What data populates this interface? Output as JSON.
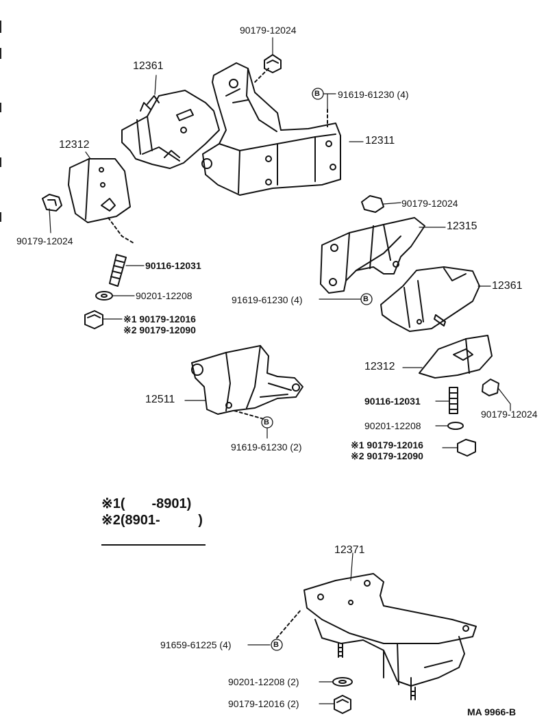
{
  "parts": {
    "c90179_12024_top": "90179-12024",
    "c91619_61230_top": "91619-61230 (4)",
    "c12361_top": "12361",
    "c12311": "12311",
    "c12312_left": "12312",
    "c90179_12024_left": "90179-12024",
    "c90116_12031_left": "90116-12031",
    "c90201_12208_left": "90201-12208",
    "c1_90179_12016_left": "※1 90179-12016",
    "c2_90179_12090_left": "※2 90179-12090",
    "c90179_12024_right": "90179-12024",
    "c12315": "12315",
    "c91619_61230_mid": "91619-61230 (4)",
    "c12361_right": "12361",
    "c12312_right": "12312",
    "c90116_12031_right": "90116-12031",
    "c90179_12024_right2": "90179-12024",
    "c90201_12208_right": "90201-12208",
    "c1_90179_12016_right": "※1 90179-12016",
    "c2_90179_12090_right": "※2 90179-12090",
    "c12511": "12511",
    "c91619_61230_low": "91619-61230 (2)",
    "c12371": "12371",
    "c91659_61225": "91659-61225 (4)",
    "c90201_12208_bottom": "90201-12208 (2)",
    "c90179_12016_bottom": "90179-12016 (2)",
    "bolt_marker": "B"
  },
  "notes": {
    "note1_sym": "※1",
    "note1_text": "(       -8901)",
    "note2_sym": "※2",
    "note2_text": "(8901-          )"
  },
  "catalog_number": "MA 9966-B"
}
